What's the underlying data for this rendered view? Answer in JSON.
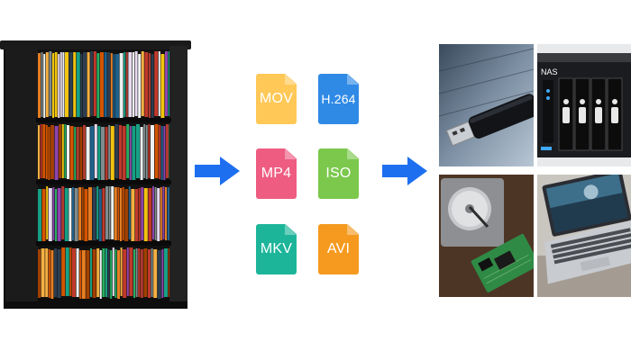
{
  "formats": [
    {
      "label": "MOV",
      "color": "#ffc857"
    },
    {
      "label": "H.264",
      "color": "#2f8ae6"
    },
    {
      "label": "MP4",
      "color": "#ee5c82"
    },
    {
      "label": "ISO",
      "color": "#7bc84d"
    },
    {
      "label": "MKV",
      "color": "#1db59a"
    },
    {
      "label": "AVI",
      "color": "#f59a1f"
    }
  ],
  "nas_label": "NAS",
  "arrow_color": "#1e6ff0"
}
